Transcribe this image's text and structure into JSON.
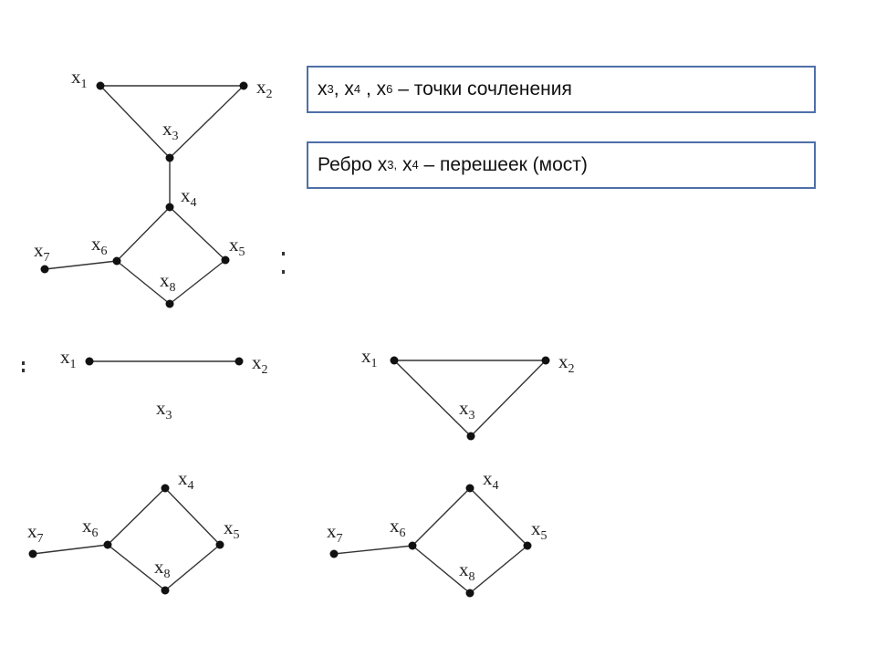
{
  "boxes": {
    "articulation": {
      "names": [
        "x",
        "x",
        "x"
      ],
      "subs": [
        "3",
        "4",
        "6"
      ],
      "seps": [
        ", ",
        " , "
      ],
      "suffix": " – точки сочленения"
    },
    "bridge": {
      "prefix": "Ребро ",
      "names": [
        "x",
        "x"
      ],
      "subs": [
        "3,",
        "4"
      ],
      "sep": " ",
      "suffix": " – перешеек (мост)"
    }
  },
  "graphs": [
    {
      "id": "original",
      "nodes": [
        "x1",
        "x2",
        "x3",
        "x4",
        "x5",
        "x6",
        "x7",
        "x8"
      ],
      "edges": [
        [
          "x1",
          "x2"
        ],
        [
          "x1",
          "x3"
        ],
        [
          "x2",
          "x3"
        ],
        [
          "x3",
          "x4"
        ],
        [
          "x4",
          "x6"
        ],
        [
          "x4",
          "x5"
        ],
        [
          "x6",
          "x8"
        ],
        [
          "x5",
          "x8"
        ],
        [
          "x6",
          "x7"
        ]
      ]
    },
    {
      "id": "remove-x3",
      "nodes": [
        "x1",
        "x2",
        "x3"
      ],
      "edges": [
        [
          "x1",
          "x2"
        ]
      ]
    },
    {
      "id": "remove-x3-x4",
      "nodes": [
        "x1",
        "x2",
        "x3"
      ],
      "edges": [
        [
          "x1",
          "x2"
        ],
        [
          "x1",
          "x3"
        ],
        [
          "x2",
          "x3"
        ]
      ]
    },
    {
      "id": "lower-left",
      "nodes": [
        "x4",
        "x5",
        "x6",
        "x7",
        "x8"
      ],
      "edges": [
        [
          "x4",
          "x6"
        ],
        [
          "x4",
          "x5"
        ],
        [
          "x6",
          "x8"
        ],
        [
          "x5",
          "x8"
        ],
        [
          "x6",
          "x7"
        ]
      ]
    },
    {
      "id": "lower-right",
      "nodes": [
        "x4",
        "x5",
        "x6",
        "x7",
        "x8"
      ],
      "edges": [
        [
          "x4",
          "x6"
        ],
        [
          "x4",
          "x5"
        ],
        [
          "x6",
          "x8"
        ],
        [
          "x5",
          "x8"
        ],
        [
          "x6",
          "x7"
        ]
      ]
    }
  ],
  "colors": {
    "box_border": "#4f6fa8",
    "line": "#333333",
    "node": "#111111"
  }
}
